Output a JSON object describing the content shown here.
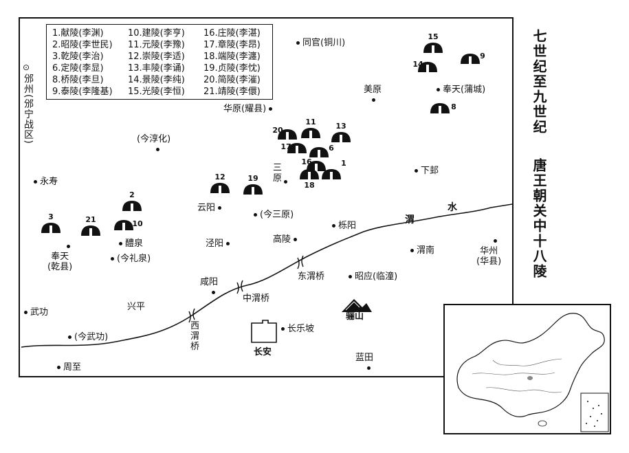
{
  "title": {
    "main": "七世纪至九世纪",
    "sub": "唐王朝关中十八陵"
  },
  "legend": {
    "col1": [
      "1.献陵(李渊)",
      "2.昭陵(李世民)",
      "3.乾陵(李治)",
      "6.定陵(李显)",
      "8.桥陵(李旦)",
      "9.泰陵(李隆基)"
    ],
    "col2": [
      "10.建陵(李亨)",
      "11.元陵(李豫)",
      "12.崇陵(李适)",
      "13.丰陵(李诵)",
      "14.景陵(李纯)",
      "15.光陵(李恒)"
    ],
    "col3": [
      "16.庄陵(李湛)",
      "17.章陵(李昂)",
      "18.端陵(李瀍)",
      "19.贞陵(李忱)",
      "20.简陵(李漼)",
      "21.靖陵(李儇)"
    ]
  },
  "places": {
    "tongguan": "同官(铜川)",
    "meiyuan": "美原",
    "fengtian_pucheng": "奉天(蒲城)",
    "huayuan": "华原(耀县)",
    "chunhua": "(今淳化)",
    "yongshou": "永寿",
    "sanyuan": "三原",
    "xiagui": "下邽",
    "yunyang": "云阳",
    "jin_sanyuan": "(今三原)",
    "liyang": "栎阳",
    "jingyang": "泾阳",
    "gaoling": "高陵",
    "weinan": "渭南",
    "huazhou": "华州",
    "huaxian": "(华县)",
    "fengtian_qian": "奉天",
    "qianxian": "(乾县)",
    "liquan": "醴泉",
    "jin_liquan": "(今礼泉)",
    "xianyang": "咸阳",
    "dongweiqiao": "东渭桥",
    "zhaoying": "昭应(临潼)",
    "zhongweiqiao": "中渭桥",
    "wugong": "武功",
    "xingping": "兴平",
    "xiweiqiao": "西渭桥",
    "changlepo": "长乐坡",
    "lishan": "骊山",
    "changan": "长安",
    "jin_wugong": "(今武功)",
    "lantian": "蓝田",
    "zhouzhi": "周至",
    "binzhou": "邠州(邠宁战区)"
  },
  "river": {
    "char1": "渭",
    "char2": "水"
  },
  "tombs": [
    "1",
    "2",
    "3",
    "6",
    "8",
    "9",
    "10",
    "11",
    "12",
    "13",
    "14",
    "15",
    "16",
    "17",
    "18",
    "19",
    "20",
    "21"
  ],
  "colors": {
    "ink": "#111111",
    "paper": "#ffffff"
  }
}
